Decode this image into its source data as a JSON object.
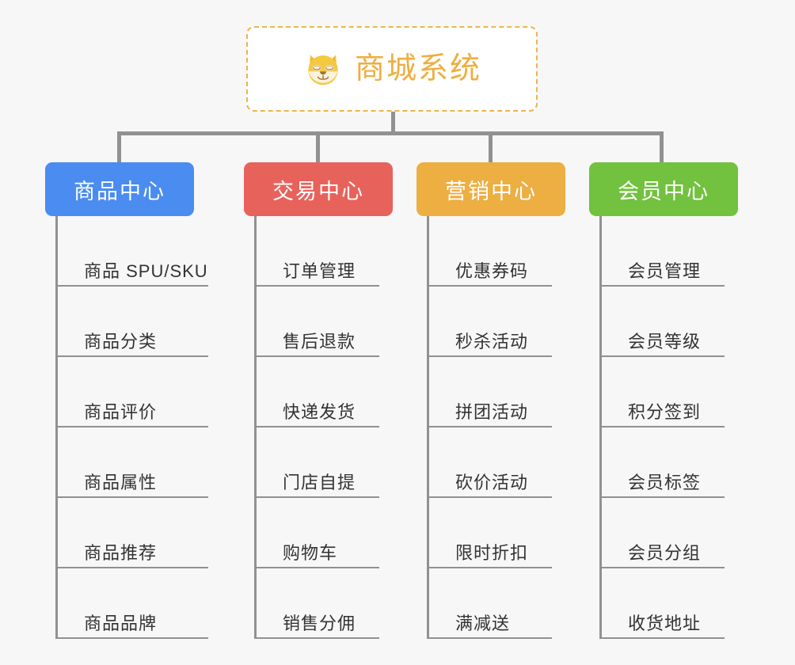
{
  "page": {
    "background": "#f7f7f7",
    "connector_color": "#919191"
  },
  "root": {
    "title": "商城系统",
    "icon": "shiba-dog-emoji",
    "border_color": "#eeb44a",
    "text_color": "#eeae3f"
  },
  "branches": [
    {
      "title": "商品中心",
      "color": "#4a8cf0",
      "items": [
        "商品 SPU/SKU",
        "商品分类",
        "商品评价",
        "商品属性",
        "商品推荐",
        "商品品牌"
      ]
    },
    {
      "title": "交易中心",
      "color": "#e8625c",
      "items": [
        "订单管理",
        "售后退款",
        "快递发货",
        "门店自提",
        "购物车",
        "销售分佣"
      ]
    },
    {
      "title": "营销中心",
      "color": "#edae42",
      "items": [
        "优惠券码",
        "秒杀活动",
        "拼团活动",
        "砍价活动",
        "限时折扣",
        "满减送"
      ]
    },
    {
      "title": "会员中心",
      "color": "#72c13f",
      "items": [
        "会员管理",
        "会员等级",
        "积分签到",
        "会员标签",
        "会员分组",
        "收货地址"
      ]
    }
  ]
}
